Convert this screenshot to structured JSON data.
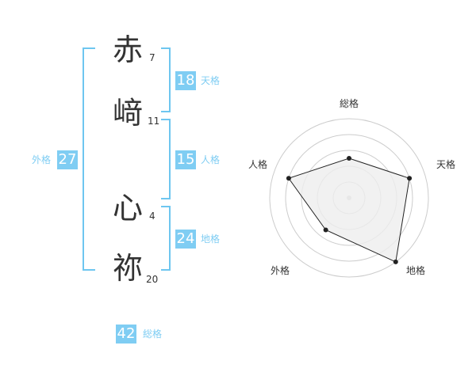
{
  "name": {
    "chars": [
      {
        "char": "赤",
        "strokes": "7"
      },
      {
        "char": "﨑",
        "strokes": "11"
      },
      {
        "char": "心",
        "strokes": "4"
      },
      {
        "char": "祢",
        "strokes": "20"
      }
    ]
  },
  "scores": {
    "tenkaku": {
      "value": "18",
      "label": "天格"
    },
    "jinkaku": {
      "value": "15",
      "label": "人格"
    },
    "chikaku": {
      "value": "24",
      "label": "地格"
    },
    "gaikaku": {
      "value": "27",
      "label": "外格"
    },
    "soukaku": {
      "value": "42",
      "label": "総格"
    }
  },
  "chart_data": {
    "type": "radar",
    "axes": [
      "総格",
      "天格",
      "地格",
      "外格",
      "人格"
    ],
    "values": [
      2.5,
      4,
      5,
      2.5,
      4
    ],
    "rmax": 5,
    "rings": 5,
    "colors": {
      "fill": "#eeeeee",
      "line": "#222222",
      "ring": "#cccccc"
    }
  }
}
